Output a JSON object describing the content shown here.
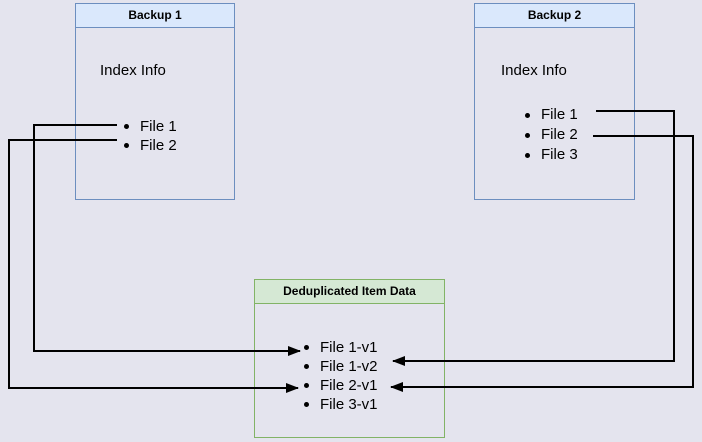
{
  "diagram": {
    "backup1": {
      "title": "Backup 1",
      "label": "Index Info",
      "items": [
        "File 1",
        "File 2"
      ]
    },
    "backup2": {
      "title": "Backup 2",
      "label": "Index Info",
      "items": [
        "File 1",
        "File 2",
        "File 3"
      ]
    },
    "dedup": {
      "title": "Deduplicated Item Data",
      "items": [
        "File 1-v1",
        "File 1-v2",
        "File 2-v1",
        "File 3-v1"
      ]
    },
    "connections": [
      {
        "from": "Backup 1 / File 1",
        "to": "File 1-v1"
      },
      {
        "from": "Backup 1 / File 2",
        "to": "File 2-v1"
      },
      {
        "from": "Backup 2 / File 1",
        "to": "File 1-v2"
      },
      {
        "from": "Backup 2 / File 2",
        "to": "File 2-v1"
      }
    ],
    "colors": {
      "background": "#e4e4ee",
      "backup_header_fill": "#dae8fc",
      "backup_border": "#6c8ebf",
      "dedup_header_fill": "#d5e8d4",
      "dedup_border": "#82b366",
      "connector": "#000000"
    }
  }
}
